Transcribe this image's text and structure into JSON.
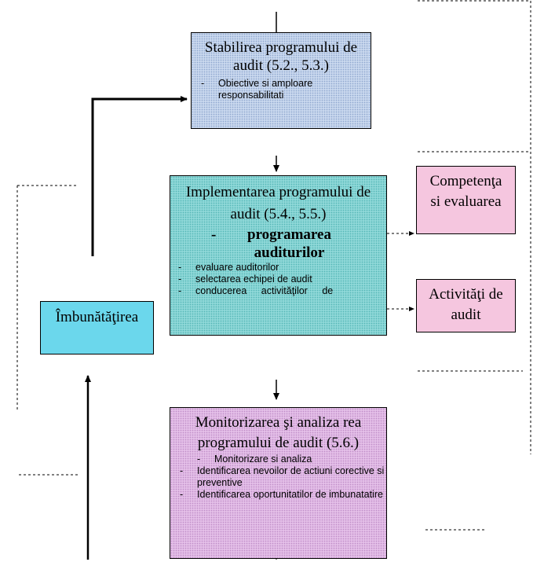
{
  "boxes": {
    "stabilirea": {
      "title": "Stabilirea programului de audit (5.2., 5.3.)",
      "bullets": [
        "Obiective si amploare",
        "responsabilitati"
      ]
    },
    "implementarea": {
      "title": "Implementarea programului de audit (5.4., 5.5.)",
      "sub_title": "programarea auditurilor",
      "bullets": [
        "evaluare auditorilor",
        "selectarea echipei de audit",
        "conducerea activităţilor de"
      ]
    },
    "competenta": {
      "text": "Competenţa si evaluarea"
    },
    "activitati": {
      "text": "Activităţi de audit"
    },
    "imbunatatire": {
      "text": "Îmbunătăţirea"
    },
    "monitorizarea": {
      "title": "Monitorizarea şi analiza rea programului de audit (5.6.)",
      "bullets": [
        "Monitorizare si analiza",
        "Identificarea nevoilor de actiuni corective si preventive",
        "Identificarea oportunitatilor de imbunatatire"
      ]
    }
  },
  "colors": {
    "blue_box": "#c9d8ee",
    "teal_box": "#8fd8d8",
    "violet_box": "#e4bfe8",
    "pink_box": "#f5c6df",
    "cyan_box": "#6bd7ec"
  }
}
